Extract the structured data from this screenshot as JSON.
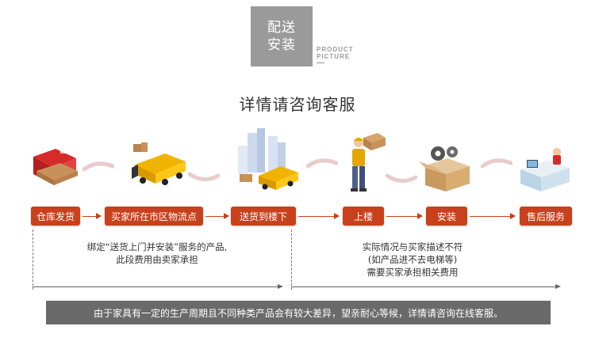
{
  "header": {
    "badge_line1": "配送",
    "badge_line2": "安装",
    "product_line1": "PRODUCT",
    "product_line2": "PICTURE",
    "title": "详情请咨询客服"
  },
  "steps": [
    {
      "label": "仓库发货"
    },
    {
      "label": "买家所在市区物流点"
    },
    {
      "label": "送货到楼下"
    },
    {
      "label": "上楼"
    },
    {
      "label": "安装"
    },
    {
      "label": "售后服务"
    }
  ],
  "notes": {
    "left_line1": "绑定“送货上门并安装”服务的产品,",
    "left_line2": "此段费用由卖家承担",
    "right_line1": "实际情况与买家描述不符",
    "right_line2": "(如产品进不去电梯等)",
    "right_line3": "需要买家承担相关费用"
  },
  "footer": {
    "text": "由于家具有一定的生产周期且不同种类产品会有较大差异，望亲耐心等候，详情请咨询在线客服。"
  },
  "colors": {
    "accent": "#c8411c",
    "badge": "#9a9a9a",
    "footer": "#6a6a6a"
  }
}
